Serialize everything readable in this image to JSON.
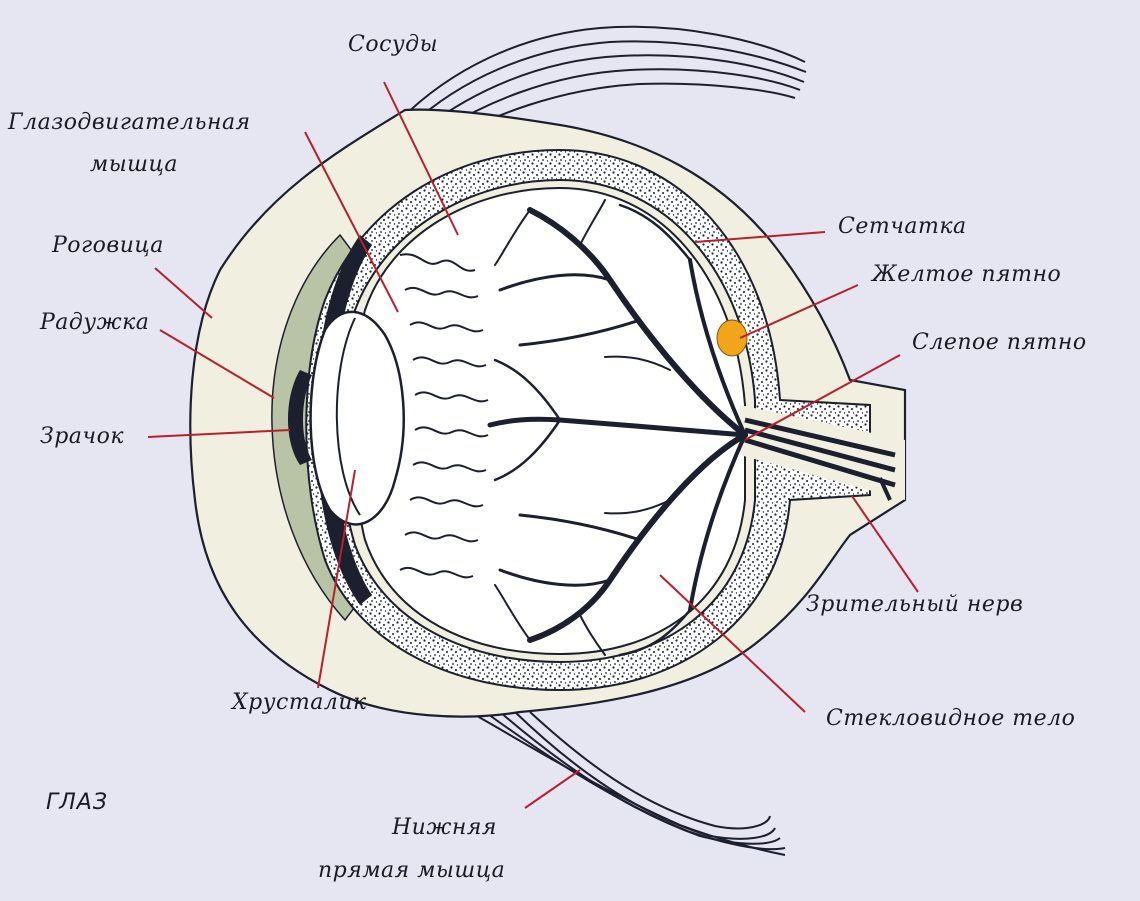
{
  "title": "ГЛАЗ",
  "labels": {
    "vessels": "Сосуды",
    "oculomotor_1": "Глазодвигательная",
    "oculomotor_2": "мышца",
    "cornea": "Роговица",
    "iris": "Радужка",
    "pupil": "Зрачок",
    "lens": "Хрусталик",
    "retina": "Сетчатка",
    "yellow_spot": "Желтое пятно",
    "blind_spot": "Слепое пятно",
    "optic_nerve": "Зрительный нерв",
    "vitreous": "Стекловидное тело",
    "inferior_rectus_1": "Нижняя",
    "inferior_rectus_2": "прямая мышца"
  },
  "colors": {
    "background": "#e6e5f2",
    "sclera_fill": "#f1efdf",
    "ink": "#1b1f2e",
    "leader": "#b8202c",
    "macula": "#f2a41a",
    "iris_tint": "#b9c4a6"
  }
}
